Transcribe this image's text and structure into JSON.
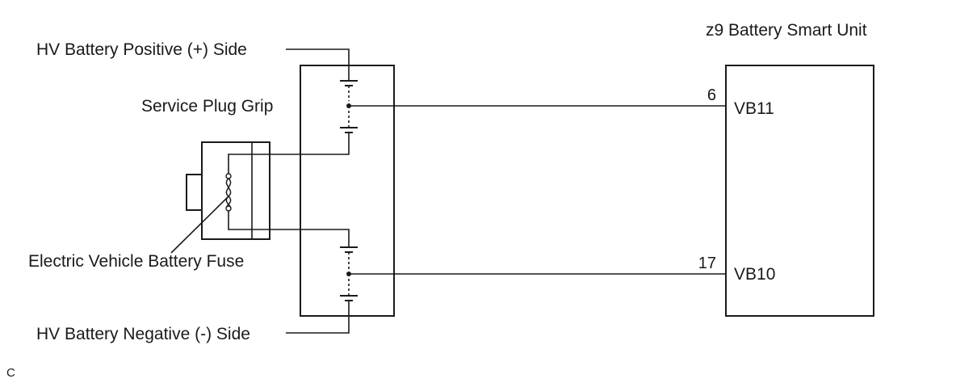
{
  "labels": {
    "hv_positive": "HV Battery Positive (+) Side",
    "hv_negative": "HV Battery Negative (-) Side",
    "service_plug": "Service Plug Grip",
    "fuse": "Electric Vehicle Battery Fuse",
    "unit_title": "z9 Battery Smart Unit",
    "corner_code": "C"
  },
  "terminals": [
    {
      "pin": "6",
      "name": "VB11"
    },
    {
      "pin": "17",
      "name": "VB10"
    }
  ]
}
